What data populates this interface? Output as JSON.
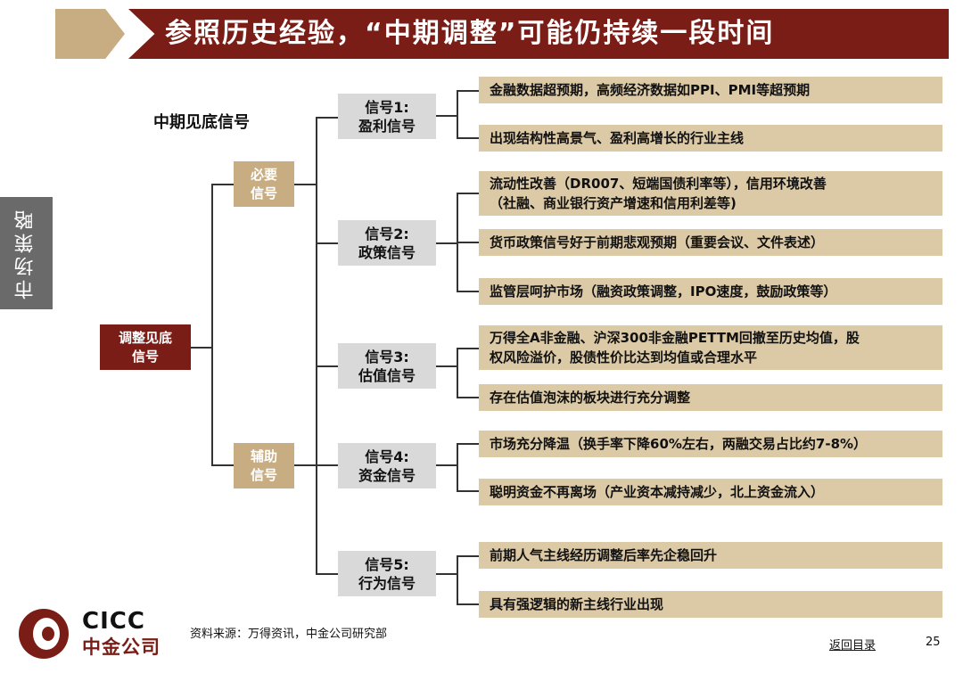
{
  "title": "参照历史经验，“中期调整”可能仍持续一段时间",
  "side_tab": "市场策略",
  "heading": "中期见底信号",
  "root": {
    "line1": "调整见底",
    "line2": "信号"
  },
  "categories": [
    {
      "line1": "必要",
      "line2": "信号"
    },
    {
      "line1": "辅助",
      "line2": "信号"
    }
  ],
  "signals": [
    {
      "line1": "信号1:",
      "line2": "盈利信号"
    },
    {
      "line1": "信号2:",
      "line2": "政策信号"
    },
    {
      "line1": "信号3:",
      "line2": "估值信号"
    },
    {
      "line1": "信号4:",
      "line2": "资金信号"
    },
    {
      "line1": "信号5:",
      "line2": "行为信号"
    }
  ],
  "leaves": [
    {
      "line1": "金融数据超预期，高频经济数据如PPI、PMI等超预期",
      "line2": ""
    },
    {
      "line1": "出现结构性高景气、盈利高增长的行业主线",
      "line2": ""
    },
    {
      "line1": "流动性改善（DR007、短端国债利率等），信用环境改善",
      "line2": "（社融、商业银行资产增速和信用利差等)"
    },
    {
      "line1": "货币政策信号好于前期悲观预期（重要会议、文件表述）",
      "line2": ""
    },
    {
      "line1": "监管层呵护市场（融资政策调整，IPO速度，鼓励政策等）",
      "line2": ""
    },
    {
      "line1": "万得全A非金融、沪深300非金融PETTM回撤至历史均值，股",
      "line2": "权风险溢价，股债性价比达到均值或合理水平"
    },
    {
      "line1": "存在估值泡沫的板块进行充分调整",
      "line2": ""
    },
    {
      "line1": "市场充分降温（换手率下降60%左右，两融交易占比约7-8%）",
      "line2": ""
    },
    {
      "line1": "聪明资金不再离场（产业资本减持减少，北上资金流入）",
      "line2": ""
    },
    {
      "line1": "前期人气主线经历调整后率先企稳回升",
      "line2": ""
    },
    {
      "line1": "具有强逻辑的新主线行业出现",
      "line2": ""
    }
  ],
  "footer": {
    "logo_en": "CICC",
    "logo_cn": "中金公司",
    "source": "资料来源：万得资讯，中金公司研究部",
    "back_link": "返回目录",
    "page_number": "25"
  },
  "colors": {
    "brand_red": "#7a1d16",
    "tan": "#c9ad82",
    "leaf_tan": "#dcc9a6",
    "signal_gray": "#d9d9d9",
    "side_gray": "#6a6a6a"
  }
}
